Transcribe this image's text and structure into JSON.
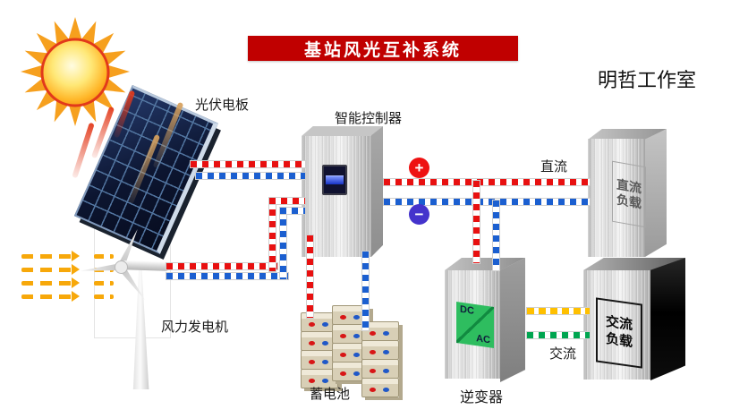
{
  "title": "基站风光互补系统",
  "studio": "明哲工作室",
  "components": {
    "pv_panel": {
      "label": "光伏电板"
    },
    "wind_generator": {
      "label": "风力发电机"
    },
    "controller": {
      "label": "智能控制器"
    },
    "battery": {
      "label": "蓄电池"
    },
    "inverter": {
      "label": "逆变器",
      "dc_text": "DC",
      "ac_text": "AC"
    },
    "dc_load": {
      "line1": "直流",
      "line2": "负载"
    },
    "ac_load": {
      "line1": "交流",
      "line2": "负载"
    }
  },
  "wires": {
    "dc_bus_label": "直流",
    "ac_bus_label": "交流",
    "positive_badge": "+",
    "negative_badge": "−",
    "colors": {
      "positive": "#e81010",
      "negative": "#1b5fd0",
      "ac_live": "#ffc000",
      "ac_neutral": "#00a550"
    }
  },
  "colors": {
    "banner_bg": "#c00000",
    "banner_text": "#ffffff",
    "plus_badge": "#ee1111",
    "minus_badge": "#4433cc",
    "inverter_panel": "#2ebd5f",
    "ac_load_side": "#000000"
  }
}
